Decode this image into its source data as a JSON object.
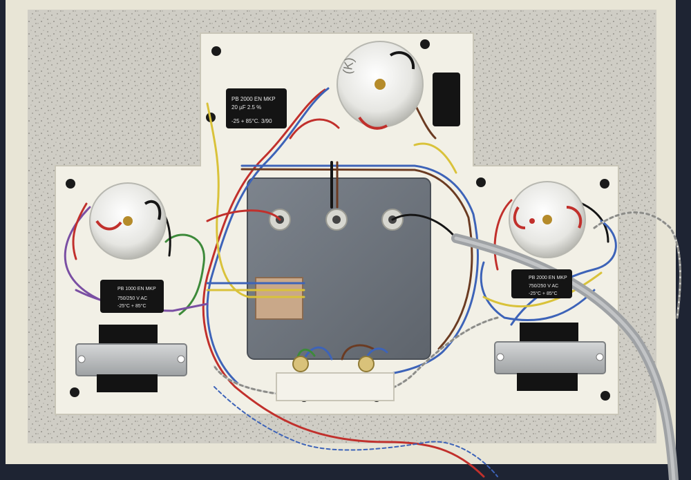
{
  "scene": {
    "subject": "Wiring board",
    "capacitor_labels": {
      "top": {
        "line1": "PB 2000 EN MKP",
        "line2": "20 µF 2.5 %",
        "line3": "-25 + 85°C. 3/90"
      },
      "left": {
        "line1": "PB 1000 EN MKP",
        "line2": "750/250 V AC",
        "line3": "-25°C + 85°C"
      },
      "right": {
        "line1": "PB 2000 EN MKP",
        "line2": "750/250 V AC",
        "line3": "-25°C + 85°C"
      }
    },
    "colors": {
      "background": "#1e2433",
      "board": "#eae6d6",
      "plate": "#f2f0e6",
      "metal_block": "#6f7680",
      "wire_red": "#c1302c",
      "wire_blue": "#3d63b8",
      "wire_yellow": "#d9c23a",
      "wire_green": "#3d8a3a",
      "wire_brown": "#6b3b22",
      "wire_black": "#151515",
      "cable_gray": "#a6a9ac"
    }
  }
}
